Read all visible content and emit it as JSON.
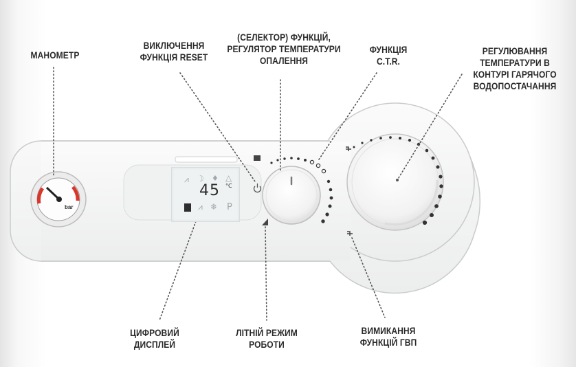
{
  "labels": {
    "manometer": "МАНОМЕТР",
    "power_reset": "ВИКЛЮЧЕННЯ\nФУНКЦІЯ RESET",
    "selector": "(СЕЛЕКТОР) ФУНКЦІЙ,\nРЕГУЛЯТОР ТЕМПЕРАТУРИ\nОПАЛЕННЯ",
    "ctr": "ФУНКЦІЯ\nC.T.R.",
    "dhw_regulation": "РЕГУЛЮВАННЯ\nТЕМПЕРАТУРИ В\nКОНТУРІ ГАРЯЧОГО\nВОДОПОСТАЧАННЯ",
    "digital_display": "ЦИФРОВИЙ\nДИСПЛЕЙ",
    "summer_mode": "ЛІТНІЙ РЕЖИМ\nРОБОТИ",
    "dhw_off": "ВИМИКАННЯ\nФУНКЦІЙ ГВП"
  },
  "display": {
    "temperature": "45",
    "unit": "°C",
    "status_letter": "P"
  },
  "gauge": {
    "unit": "bar"
  },
  "colors": {
    "label_text": "#2a2a2a",
    "panel": "#f4f5f5",
    "gauge_red": "#d9362b",
    "leader_dots": "#555555"
  }
}
